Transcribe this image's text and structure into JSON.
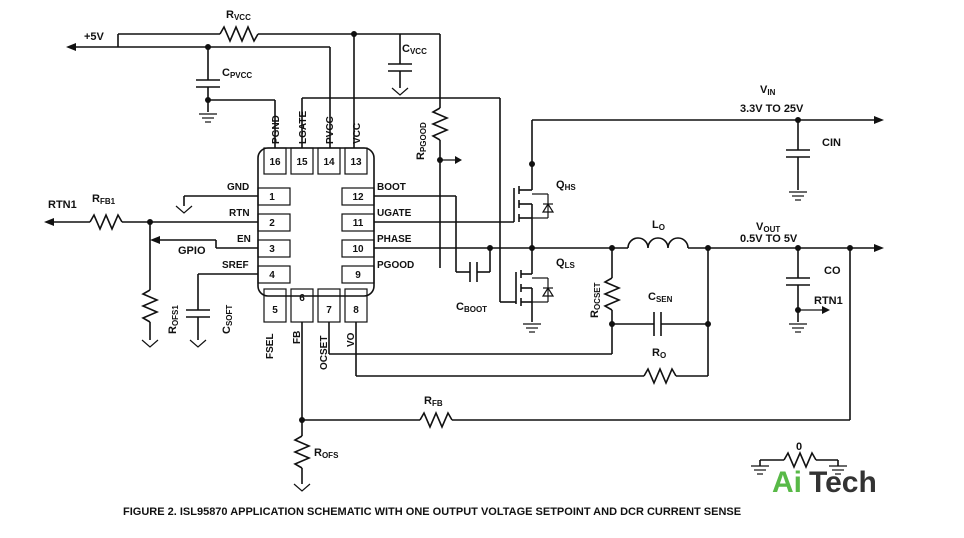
{
  "labels": {
    "plus5v": "+5V",
    "rvcc_main": "R",
    "rvcc_sub": "VCC",
    "cvcc_main": "C",
    "cvcc_sub": "VCC",
    "cpvcc_main": "C",
    "cpvcc_sub": "PVCC",
    "rpgood_main": "R",
    "rpgood_sub": "PGOOD",
    "vin_main": "V",
    "vin_sub": "IN",
    "vin_range": "3.3V TO 25V",
    "cin": "CIN",
    "qhs_main": "Q",
    "qhs_sub": "HS",
    "qls_main": "Q",
    "qls_sub": "LS",
    "lo_main": "L",
    "lo_sub": "O",
    "vout_main": "V",
    "vout_sub": "OUT",
    "vout_range": "0.5V TO 5V",
    "co": "CO",
    "rtn1_right": "RTN1",
    "rtn1_left": "RTN1",
    "rfb1_main": "R",
    "rfb1_sub": "FB1",
    "rofs1_main": "R",
    "rofs1_sub": "OFS1",
    "csoft_main": "C",
    "csoft_sub": "SOFT",
    "gpio": "GPIO",
    "cboot_main": "C",
    "cboot_sub": "BOOT",
    "rocset_main": "R",
    "rocset_sub": "OCSET",
    "csen_main": "C",
    "csen_sub": "SEN",
    "ro_main": "R",
    "ro_sub": "O",
    "rfb_main": "R",
    "rfb_sub": "FB",
    "rofs_main": "R",
    "rofs_sub": "OFS",
    "zero": "0"
  },
  "chip_pins": {
    "top": [
      {
        "num": "16",
        "name": "PGND"
      },
      {
        "num": "15",
        "name": "LGATE"
      },
      {
        "num": "14",
        "name": "PVCC"
      },
      {
        "num": "13",
        "name": "VCC"
      }
    ],
    "left": [
      {
        "num": "1",
        "name": "GND"
      },
      {
        "num": "2",
        "name": "RTN"
      },
      {
        "num": "3",
        "name": "EN"
      },
      {
        "num": "4",
        "name": "SREF"
      }
    ],
    "right": [
      {
        "num": "12",
        "name": "BOOT"
      },
      {
        "num": "11",
        "name": "UGATE"
      },
      {
        "num": "10",
        "name": "PHASE"
      },
      {
        "num": "9",
        "name": "PGOOD"
      }
    ],
    "bottom": [
      {
        "num": "5",
        "name": "FSEL"
      },
      {
        "num": "6",
        "name": "FB"
      },
      {
        "num": "7",
        "name": "OCSET"
      },
      {
        "num": "8",
        "name": "VO"
      }
    ]
  },
  "caption": "FIGURE 2.  ISL95870 APPLICATION SCHEMATIC WITH ONE OUTPUT VOLTAGE SETPOINT AND DCR CURRENT SENSE",
  "watermark": {
    "part1": "Ai",
    "part2": "Tech",
    "color": "#58b947"
  }
}
